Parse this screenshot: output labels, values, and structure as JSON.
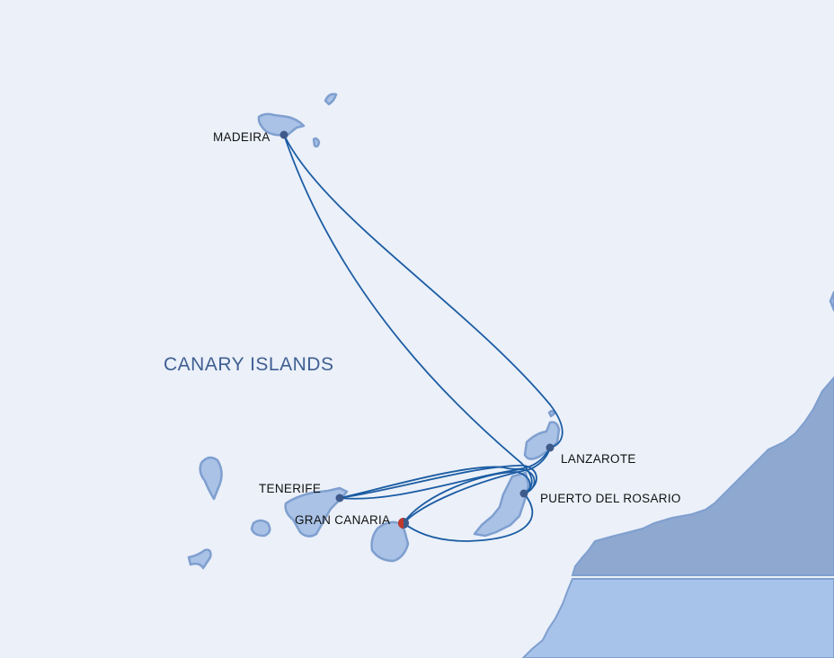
{
  "region_label": "CANARY ISLANDS",
  "ports": [
    {
      "name": "MADEIRA"
    },
    {
      "name": "LANZAROTE"
    },
    {
      "name": "PUERTO DEL ROSARIO"
    },
    {
      "name": "TENERIFE"
    },
    {
      "name": "GRAN CANARIA",
      "is_start": true
    }
  ],
  "colors": {
    "sea": "#ebf0f9",
    "island": "#a9c2e6",
    "route": "#1b5ca3",
    "port": "#3d5a8a",
    "start": "#c0392b",
    "mainland_north": "#8ea8d0",
    "mainland_south": "#a8c3ea"
  }
}
